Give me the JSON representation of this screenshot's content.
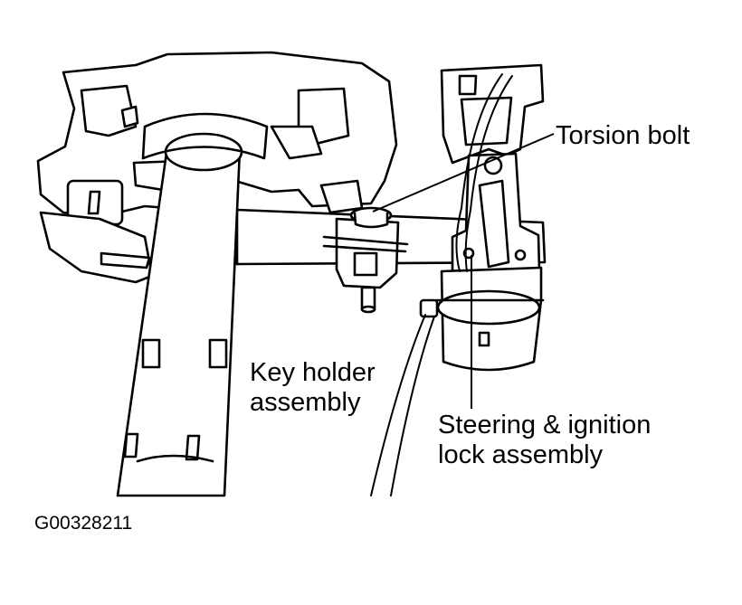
{
  "labels": {
    "torsion_bolt": "Torsion bolt",
    "key_holder": [
      "Key holder",
      "assembly"
    ],
    "steering_lock": [
      "Steering & ignition",
      "lock assembly"
    ]
  },
  "figure_id": "G00328211",
  "colors": {
    "line": "#000000",
    "background": "#ffffff"
  }
}
